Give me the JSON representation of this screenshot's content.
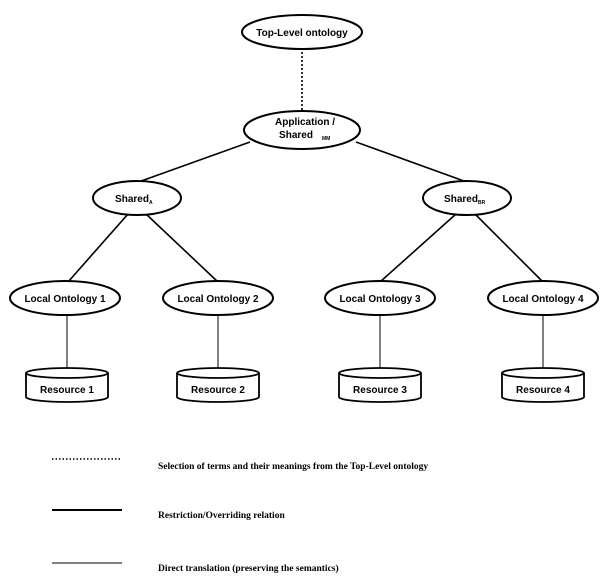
{
  "nodes": {
    "top": {
      "label": "Top-Level ontology"
    },
    "app": {
      "label_line1": "Application /",
      "label_line2": "Shared",
      "label_sub": "MM"
    },
    "shared_left": {
      "label": "Shared",
      "label_sub": "A"
    },
    "shared_right": {
      "label": "Shared",
      "label_sub": "BR"
    },
    "local": [
      "Local Ontology 1",
      "Local Ontology 2",
      "Local Ontology 3",
      "Local Ontology 4"
    ],
    "resources": [
      "Resource 1",
      "Resource 2",
      "Resource 3",
      "Resource 4"
    ]
  },
  "legend": {
    "items": [
      {
        "style": "dotted",
        "text": "Selection of terms and their meanings from the  Top-Level ontology"
      },
      {
        "style": "solid",
        "text": "Restriction/Overriding relation"
      },
      {
        "style": "thin",
        "text": "Direct translation (preserving the semantics)"
      }
    ]
  },
  "colors": {
    "line": "#000000",
    "fill": "#ffffff"
  }
}
